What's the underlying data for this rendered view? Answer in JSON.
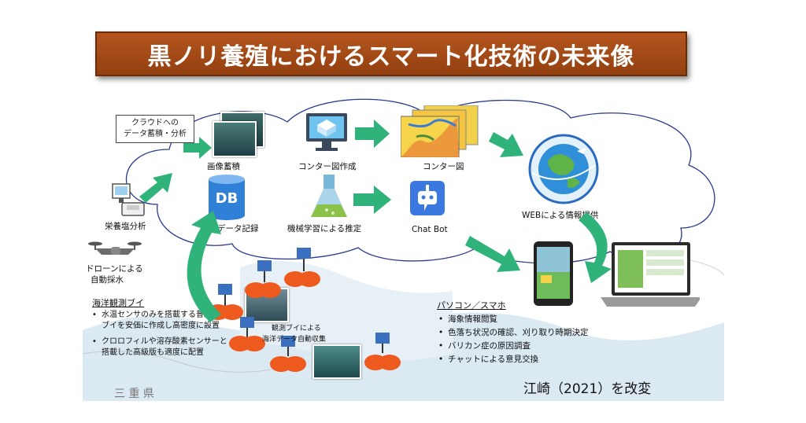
{
  "title": "黒ノリ養殖におけるスマート化技術の未来像",
  "cloud_box_label": [
    "クラウドへの",
    "データ蓄積・分析"
  ],
  "labels": {
    "image_store": "画像蓄積",
    "ocean_record": "海象データ記録",
    "contour_create": "コンター図作成",
    "contour": "コンター図",
    "ml": "機械学習による推定",
    "chatbot": "Chat Bot",
    "web": "WEBによる情報提供",
    "nutrient": "栄養塩分析",
    "drone": [
      "ドローンによる",
      "自動採水"
    ],
    "buoy_collect": [
      "観測ブイによる",
      "海洋データ自動収集"
    ],
    "mie": "三 重 県",
    "db": "DB"
  },
  "buoy_section": {
    "heading": "海洋観測ブイ",
    "bullets": [
      [
        "水温センサのみを搭載する普及用",
        "ブイを安価に作成し高密度に設置"
      ],
      [
        "クロロフィルや溶存酸素センサーと",
        "搭載した高級版も適度に配置"
      ]
    ]
  },
  "pc_section": {
    "heading": "パソコン／スマホ",
    "bullets": [
      "海象情報閲覧",
      "色落ち状況の確認、刈り取り時期決定",
      "バリカン症の原因調査",
      "チャットによる意見交換"
    ]
  },
  "credit": "江崎（2021）を改変",
  "colors": {
    "banner": "#a44a16",
    "arrow": "#2fb37a",
    "cloud_stroke": "#2b3a8f",
    "buoy_orange": "#ee5a1d"
  }
}
